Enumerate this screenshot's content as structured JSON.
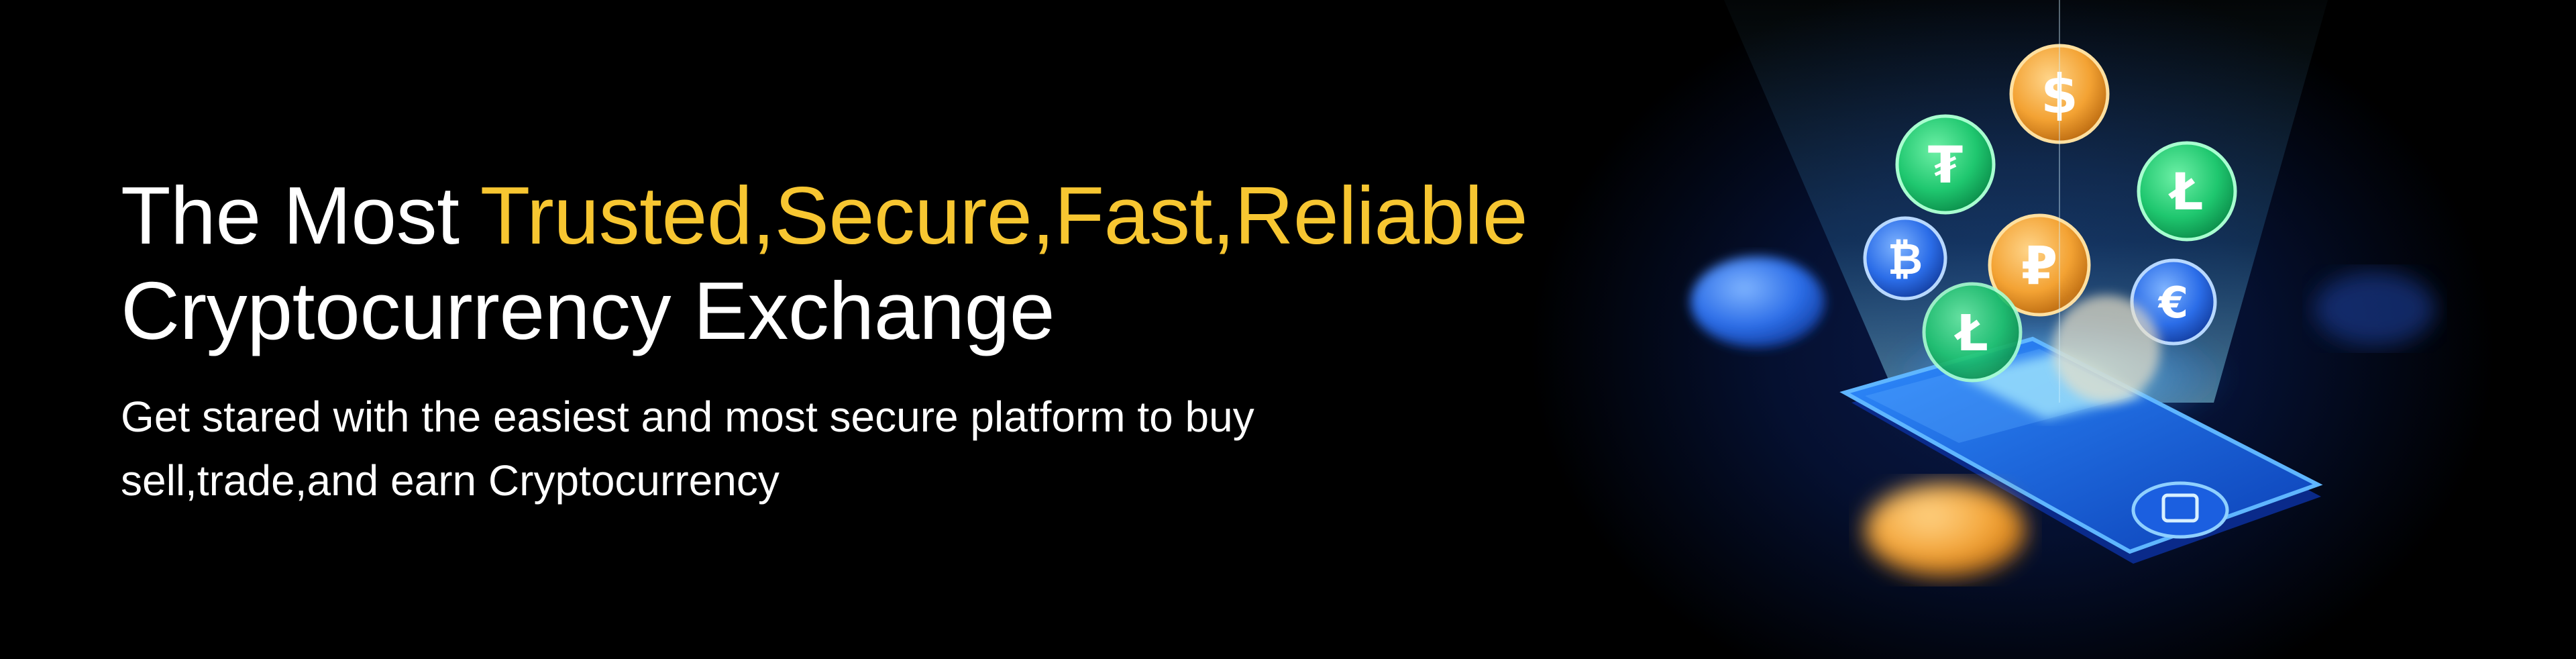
{
  "headline": {
    "prefix": "The Most ",
    "highlight": "Trusted,Secure,Fast,Reliable",
    "line2": "Cryptocurrency Exchange"
  },
  "subtitle": {
    "line1": "Get stared with the easiest and most secure platform to buy",
    "line2": "sell,trade,and earn Cryptocurrency"
  },
  "colors": {
    "background": "#000000",
    "headline": "#ffffff",
    "accent": "#f7c631",
    "coin_green": "#1fd07a",
    "coin_orange": "#f0a030",
    "coin_blue": "#2d7df0",
    "phone_blue": "#1a6ee8"
  },
  "illustration": {
    "icons": [
      "phone-icon",
      "coin-icon",
      "wallet-icon",
      "light-beam"
    ]
  }
}
